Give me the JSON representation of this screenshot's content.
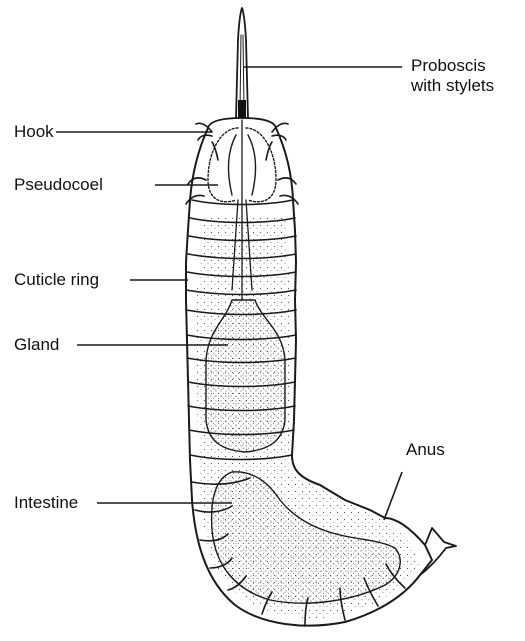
{
  "labels": {
    "proboscis_line1": "Proboscis",
    "proboscis_line2": "with stylets",
    "hook": "Hook",
    "pseudocoel": "Pseudocoel",
    "cuticle_ring": "Cuticle ring",
    "gland": "Gland",
    "anus": "Anus",
    "intestine": "Intestine"
  }
}
